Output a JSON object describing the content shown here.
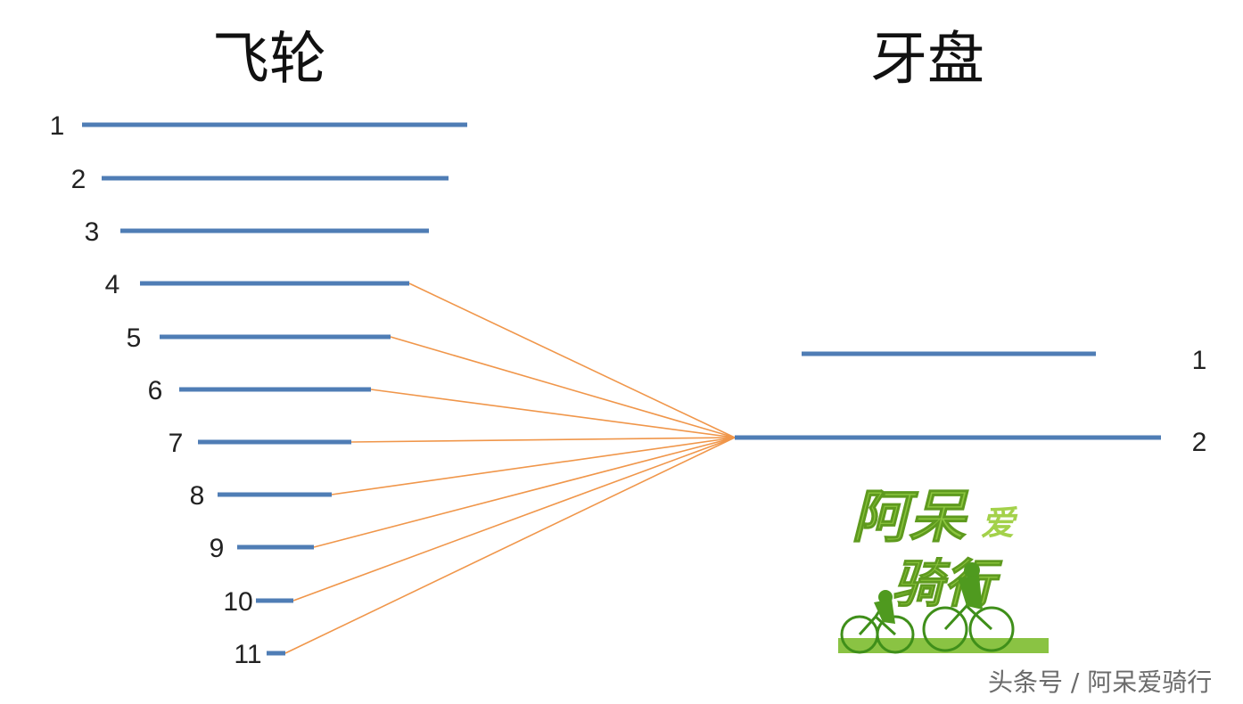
{
  "titles": {
    "cassette": "飞轮",
    "chainring": "牙盘"
  },
  "cassette": {
    "labels": [
      "1",
      "2",
      "3",
      "4",
      "5",
      "6",
      "7",
      "8",
      "9",
      "10",
      "11"
    ]
  },
  "chainring": {
    "labels": [
      "1",
      "2"
    ]
  },
  "chain_lines": {
    "from_cassette": [
      "4",
      "5",
      "6",
      "7",
      "8",
      "9",
      "10",
      "11"
    ],
    "to_chainring": "2"
  },
  "logo": {
    "line1": "阿呆",
    "accent": "爱",
    "line2": "骑行"
  },
  "watermark": "头条号 / 阿呆爱骑行",
  "colors": {
    "bar": "#4f7db5",
    "chain": "#f0964a",
    "logo_green": "#8cc63f"
  }
}
